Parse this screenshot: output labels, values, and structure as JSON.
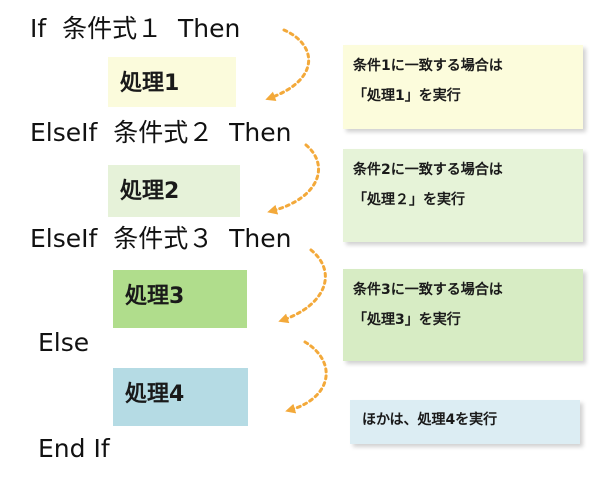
{
  "code": {
    "if_line": "If  条件式１  Then",
    "elseif1_line": "ElseIf  条件式２  Then",
    "elseif2_line": "ElseIf  条件式３  Then",
    "else_line": "Else",
    "endif_line": "End If"
  },
  "process": {
    "p1": "処理1",
    "p2": "処理2",
    "p3": "処理3",
    "p4": "処理4"
  },
  "notes": {
    "n1_line1": "条件1に一致する場合は",
    "n1_line2": "「処理1」を実行",
    "n2_line1": "条件2に一致する場合は",
    "n2_line2": "「処理２」を実行",
    "n3_line1": "条件3に一致する場合は",
    "n3_line2": "「処理3」を実行",
    "n4_line1": "ほかは、処理4を実行"
  },
  "colors": {
    "proc1_bg": "#fbfbdc",
    "proc2_bg": "#e6f2d9",
    "proc3_bg": "#b0dd8c",
    "proc4_bg": "#b5dbe4",
    "note1_bg": "#fcfcdc",
    "note2_bg": "#e6f3d8",
    "note3_bg": "#d7ecc4",
    "note4_bg": "#dcedf3",
    "arrow": "#f3a93a"
  }
}
